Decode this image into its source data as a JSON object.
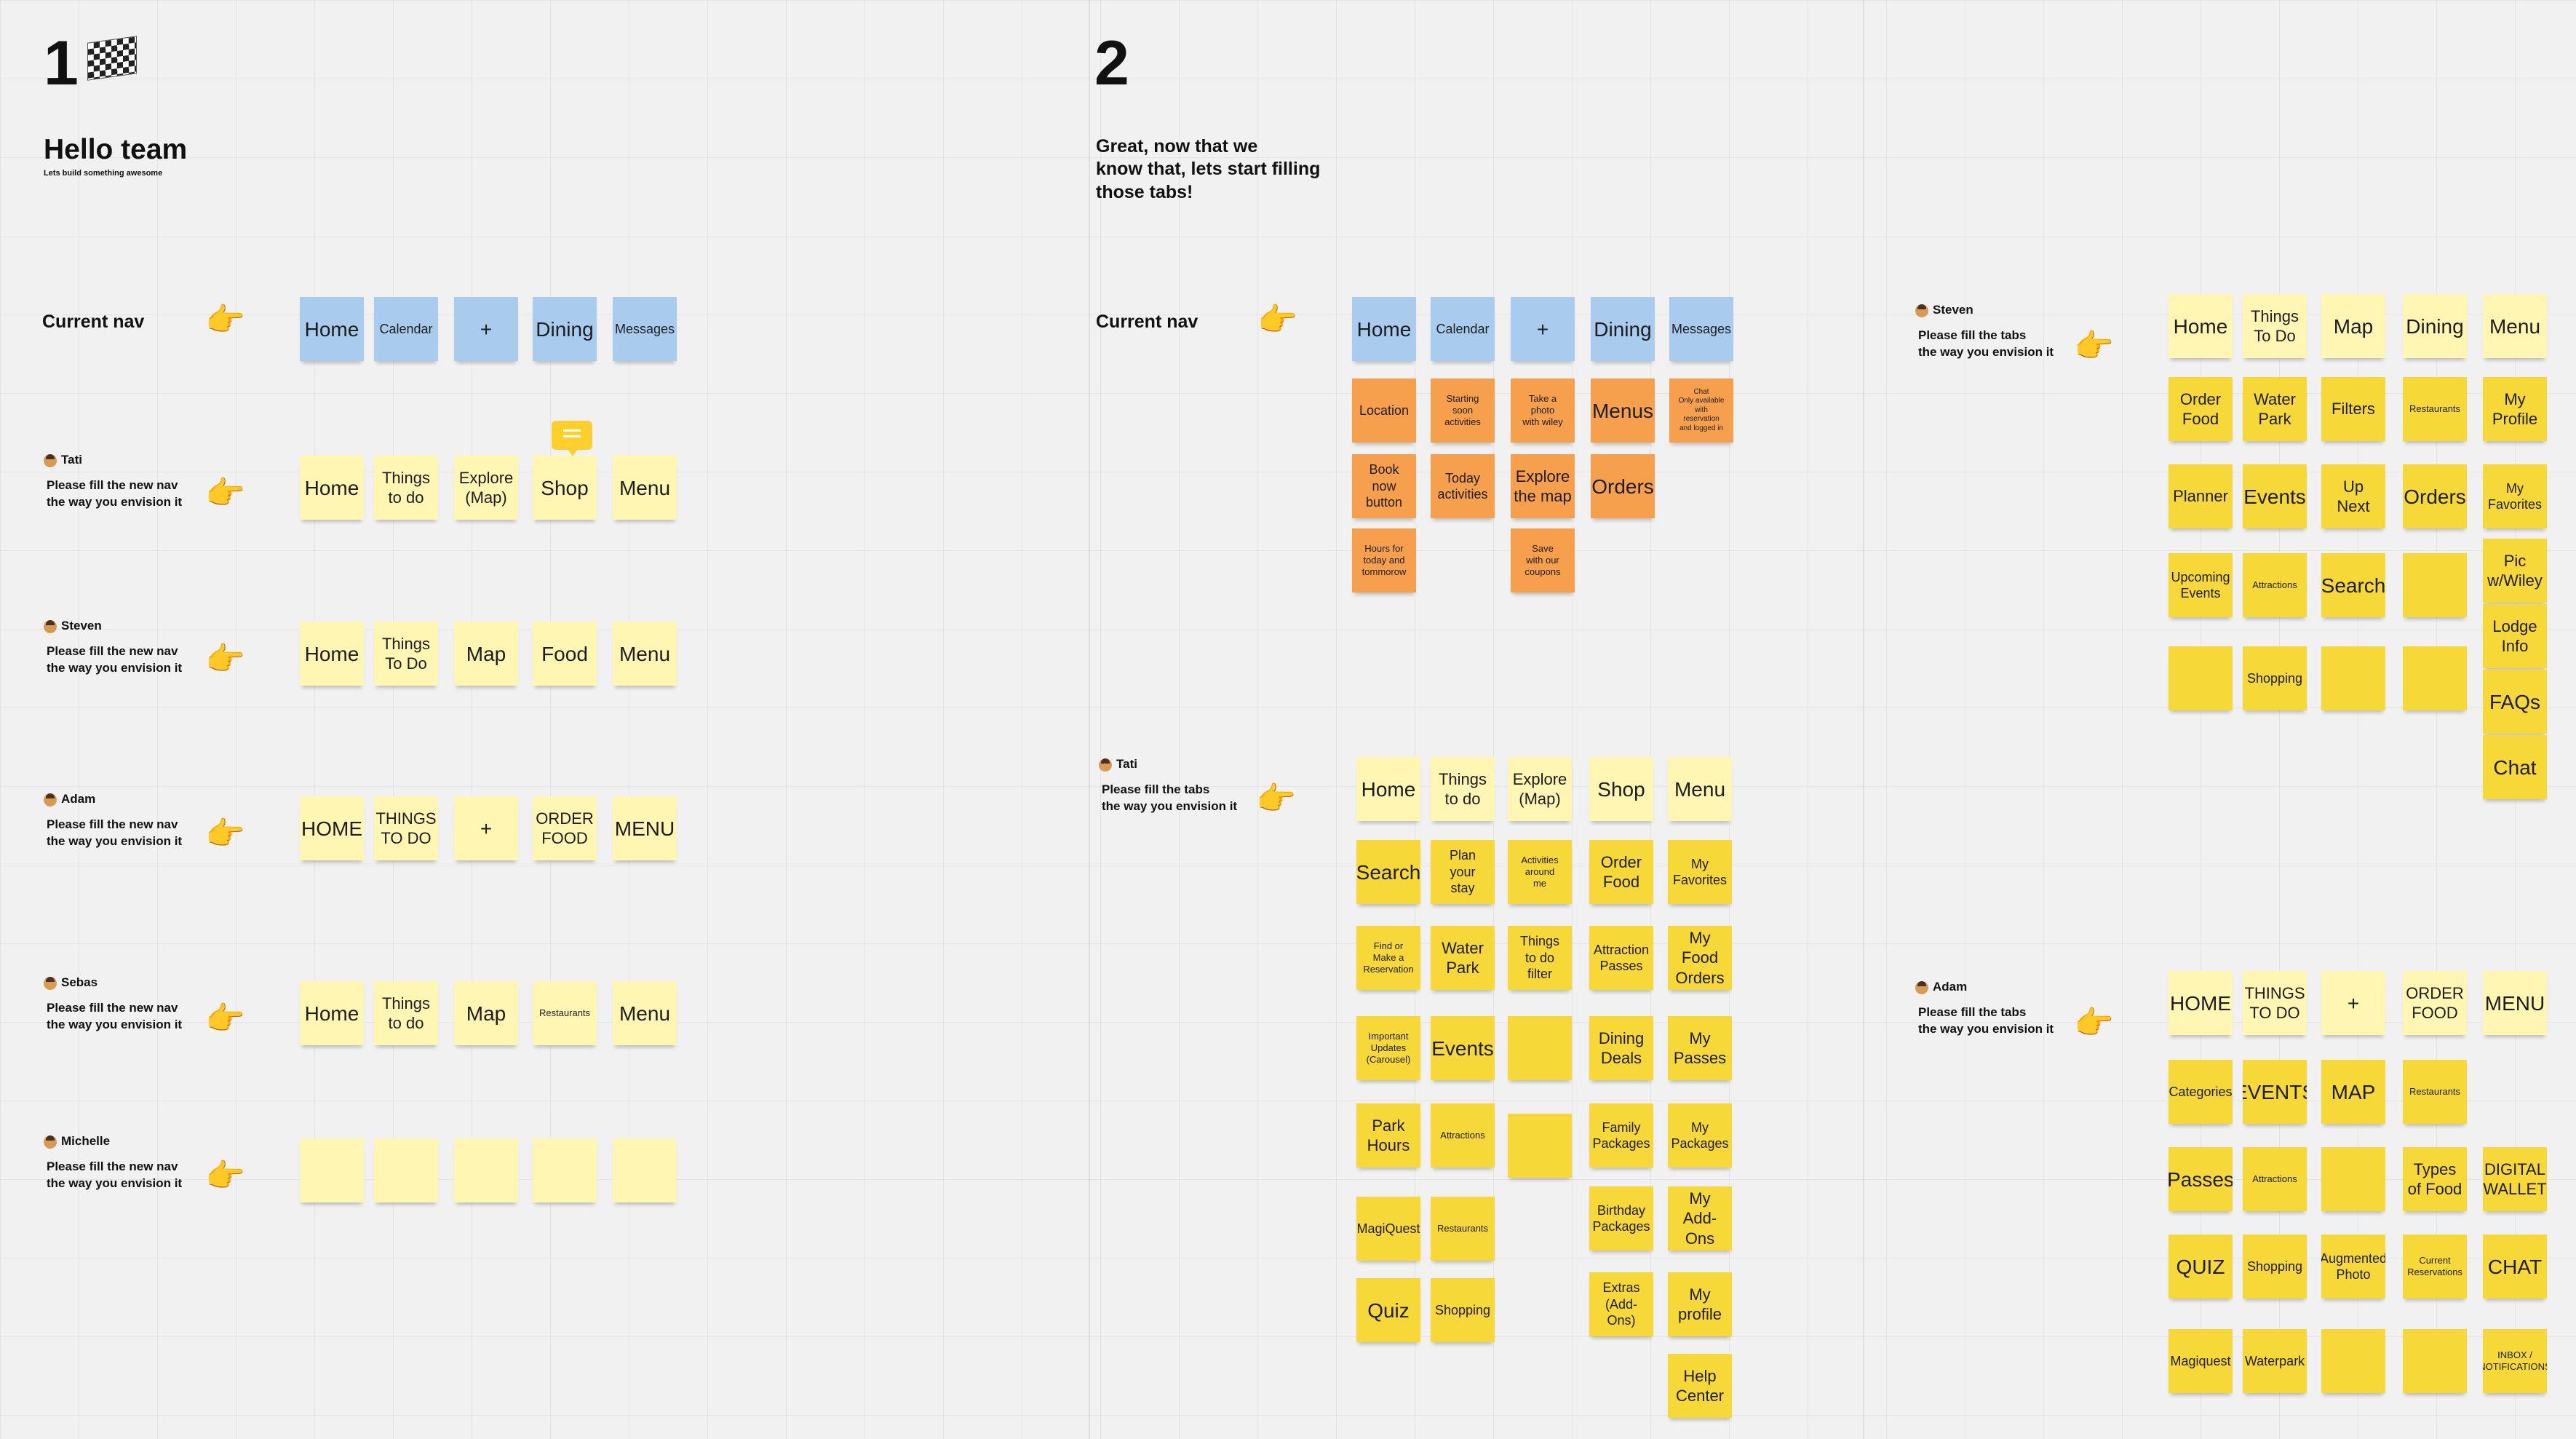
{
  "section1": {
    "number": "1",
    "title": "Hello team",
    "subtitle": "Lets build something awesome",
    "current_nav_label": "Current nav",
    "current_nav": [
      "Home",
      "Calendar",
      "+",
      "Dining",
      "Messages"
    ],
    "rows": [
      {
        "person": "Tati",
        "instruction": "Please fill the new nav\nthe way you envision it",
        "tabs": [
          "Home",
          "Things\nto do",
          "Explore\n(Map)",
          "Shop",
          "Menu"
        ]
      },
      {
        "person": "Steven",
        "instruction": "Please fill the new nav\nthe way you envision it",
        "tabs": [
          "Home",
          "Things\nTo Do",
          "Map",
          "Food",
          "Menu"
        ]
      },
      {
        "person": "Adam",
        "instruction": "Please fill the new nav\nthe way you envision it",
        "tabs": [
          "HOME",
          "THINGS\nTO DO",
          "+",
          "ORDER\nFOOD",
          "MENU"
        ]
      },
      {
        "person": "Sebas",
        "instruction": "Please fill the new nav\nthe way you envision it",
        "tabs": [
          "Home",
          "Things\nto do",
          "Map",
          "Restaurants",
          "Menu"
        ]
      },
      {
        "person": "Michelle",
        "instruction": "Please fill the new nav\nthe way you envision it",
        "tabs": [
          "",
          "",
          "",
          "",
          ""
        ]
      }
    ]
  },
  "section2": {
    "number": "2",
    "lead": "Great, now that we\nknow that, lets start filling\nthose tabs!",
    "current_nav_label": "Current nav",
    "current_nav": [
      "Home",
      "Calendar",
      "+",
      "Dining",
      "Messages"
    ],
    "current_nav_items": [
      [
        "Location",
        "Book\nnow\nbutton",
        "Hours for\ntoday and\ntommorow"
      ],
      [
        "Starting\nsoon\nactivities",
        "Today\nactivities"
      ],
      [
        "Take a\nphoto\nwith wiley",
        "Explore\nthe map",
        "Save\nwith our\ncoupons"
      ],
      [
        "Menus",
        "Orders"
      ],
      [
        "Chat\nOnly available\nwith\nreservation\nand logged in"
      ]
    ],
    "tati": {
      "person": "Tati",
      "instruction": "Please fill the tabs\nthe way you envision it",
      "tabs": [
        "Home",
        "Things\nto do",
        "Explore\n(Map)",
        "Shop",
        "Menu"
      ],
      "columns": [
        [
          "Search",
          "Find or\nMake a\nReservation",
          "Important\nUpdates\n(Carousel)",
          "Park\nHours",
          "MagiQuest",
          "Quiz"
        ],
        [
          "Plan\nyour\nstay",
          "Water\nPark",
          "Events",
          "Attractions",
          "Restaurants",
          "Shopping"
        ],
        [
          "Activities\naround\nme",
          "Things\nto do\nfilter",
          "",
          ""
        ],
        [
          "Order\nFood",
          "Attraction\nPasses",
          "Dining\nDeals",
          "Family\nPackages",
          "Birthday\nPackages",
          "Extras\n(Add-\nOns)"
        ],
        [
          "My\nFavorites",
          "My Food\nOrders",
          "My\nPasses",
          "My\nPackages",
          "My Add-\nOns",
          "My\nprofile",
          "Help\nCenter"
        ]
      ]
    },
    "steven": {
      "person": "Steven",
      "instruction": "Please fill the tabs\nthe way you envision it",
      "tabs": [
        "Home",
        "Things\nTo Do",
        "Map",
        "Dining",
        "Menu"
      ],
      "columns": [
        [
          "Order\nFood",
          "Planner",
          "Upcoming\nEvents",
          ""
        ],
        [
          "Water\nPark",
          "Events",
          "Attractions",
          "Shopping"
        ],
        [
          "Filters",
          "Up\nNext",
          "Search",
          ""
        ],
        [
          "Restaurants",
          "Orders",
          "",
          ""
        ],
        [
          "My\nProfile",
          "My\nFavorites",
          "Pic\nw/Wiley",
          "Lodge\nInfo",
          "FAQs",
          "Chat"
        ]
      ]
    },
    "adam": {
      "person": "Adam",
      "instruction": "Please fill the tabs\nthe way you envision it",
      "tabs": [
        "HOME",
        "THINGS\nTO DO",
        "+",
        "ORDER\nFOOD",
        "MENU"
      ],
      "columns": [
        [
          "Categories",
          "Passes",
          "QUIZ",
          "Magiquest"
        ],
        [
          "EVENTS",
          "Attractions",
          "Shopping",
          "Waterpark"
        ],
        [
          "MAP",
          "",
          "Augmented\nPhoto",
          ""
        ],
        [
          "Restaurants",
          "Types\nof Food",
          "Current\nReservations",
          ""
        ],
        [
          "DIGITAL\nWALLET",
          "CHAT",
          "INBOX /\nNOTIFICATIONS"
        ]
      ]
    }
  }
}
